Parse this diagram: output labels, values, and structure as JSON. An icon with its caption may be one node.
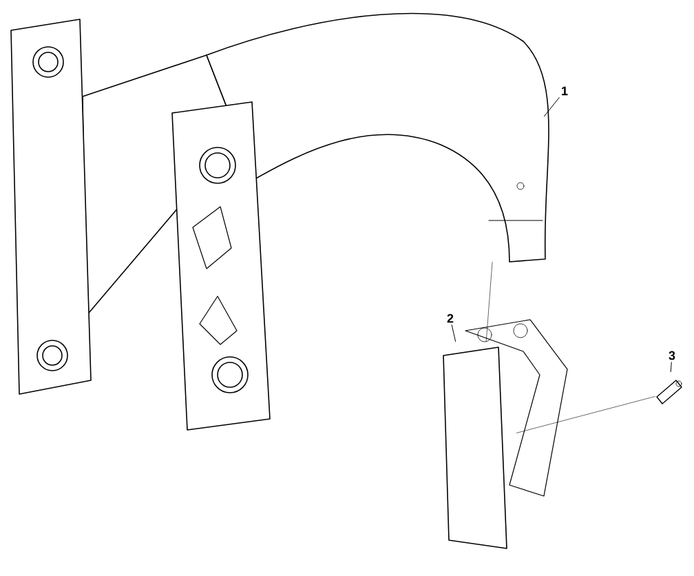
{
  "diagram": {
    "nodes": [
      {
        "text": [
          "1"
        ]
      },
      {
        "text": [],
        "shape": "picture"
      },
      {
        "text": [
          "2"
        ]
      },
      {
        "text": [],
        "shape": "picture"
      },
      {
        "text": [
          "3"
        ]
      },
      {
        "text": [],
        "shape": "picture"
      }
    ],
    "edges": [
      {
        "from": 0,
        "to": 1,
        "arrow": "none"
      },
      {
        "from": 2,
        "to": 3,
        "arrow": "none"
      },
      {
        "from": 4,
        "to": 5,
        "arrow": "none"
      },
      {
        "from": 1,
        "to": 3,
        "arrow": "none"
      },
      {
        "from": 5,
        "to": 3,
        "arrow": "none"
      }
    ]
  }
}
